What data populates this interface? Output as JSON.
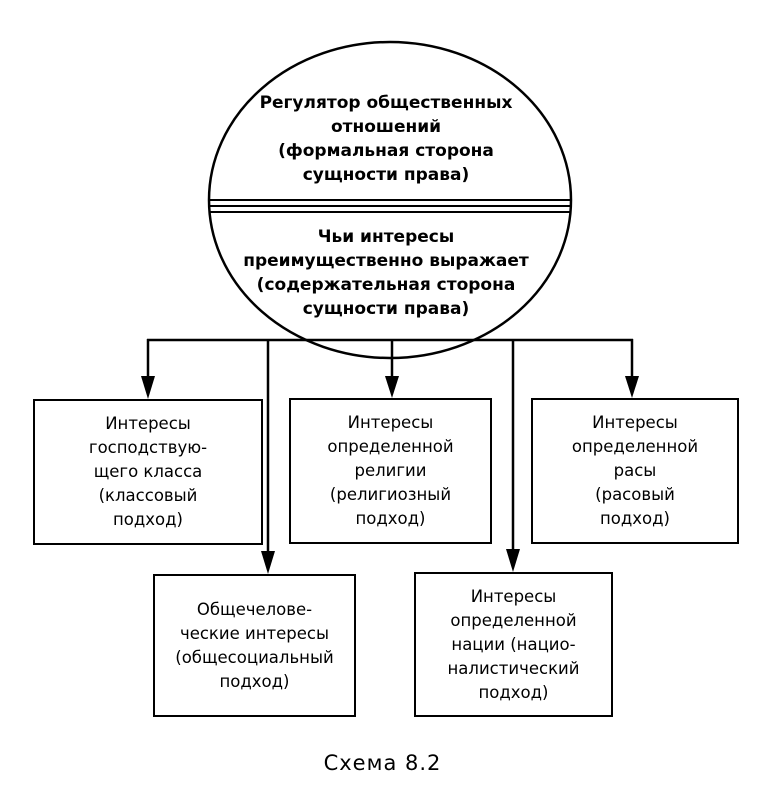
{
  "circle": {
    "top_text": "Регулятор общественных\nотношений\n(формальная сторона\nсущности права)",
    "bottom_text": "Чьи интересы\nпреимущественно выражает\n(содержательная сторона\nсущности права)"
  },
  "boxes": {
    "class": "Интересы\nгосподствую-\nщего класса\n(классовый\nподход)",
    "religion": "Интересы\nопределенной\nрелигии\n(религиозный\nподход)",
    "race": "Интересы\nопределенной\nрасы\n(расовый\nподход)",
    "human": "Общечелове-\nческие интересы\n(общесоциальный\nподход)",
    "nation": "Интересы\nопределенной\nнации (нацио-\nналистический\nподход)"
  },
  "caption": "Схема 8.2"
}
